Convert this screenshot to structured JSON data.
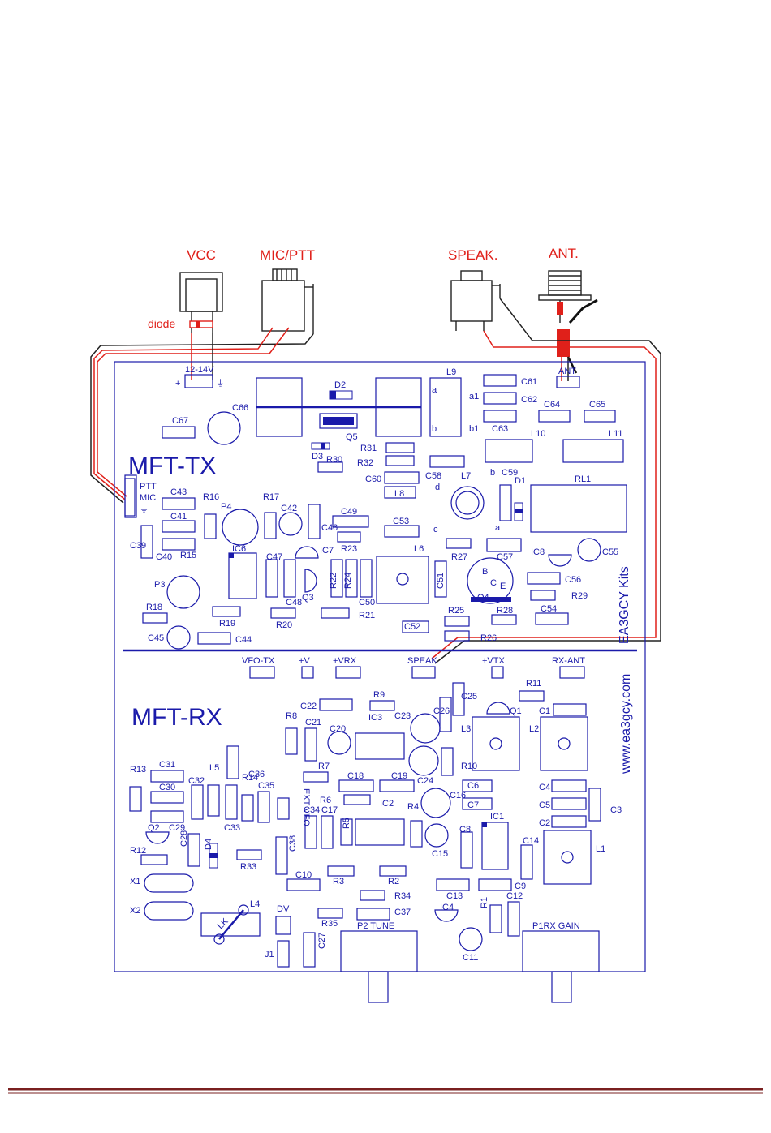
{
  "connectors": {
    "vcc": "VCC",
    "mic_ptt": "MIC/PTT",
    "speak": "SPEAK.",
    "ant": "ANT.",
    "diode": "diode"
  },
  "sections": {
    "tx_title": "MFT-TX",
    "rx_title": "MFT-RX",
    "brand": "EA3GCY Kits",
    "website": "www.ea3gcy.com"
  },
  "pads": {
    "supply": "12-14V",
    "ptt": "PTT",
    "mic": "MIC",
    "ant": "ANT",
    "vfo_tx": "VFO-TX",
    "plus_v": "+V",
    "plus_vrx": "+VRX",
    "speak": "SPEAK",
    "plus_vtx": "+VTX",
    "rx_ant": "RX-ANT",
    "ext_vfo": "EXT VFO",
    "dv": "DV",
    "lk": "LK",
    "p2_tune": "P2 TUNE",
    "p1_rx_gain": "P1RX GAIN"
  },
  "coil_taps": {
    "a": "a",
    "a1": "a1",
    "b": "b",
    "b1": "b1",
    "c": "c",
    "d": "d",
    "q4_b": "B",
    "q4_c": "C",
    "q4_e": "E"
  },
  "tx_components": [
    "C61",
    "C62",
    "C63",
    "C64",
    "C65",
    "C66",
    "C67",
    "D2",
    "D3",
    "Q5",
    "L9",
    "L10",
    "L11",
    "R30",
    "R31",
    "R32",
    "C60",
    "C58",
    "L8",
    "L7",
    "C59",
    "D1",
    "RL1",
    "C43",
    "C41",
    "C40",
    "C39",
    "R15",
    "R16",
    "P4",
    "R17",
    "C42",
    "C46",
    "C49",
    "R23",
    "C53",
    "IC6",
    "IC7",
    "C47",
    "C48",
    "Q3",
    "R22",
    "R24",
    "C50",
    "L6",
    "C51",
    "R27",
    "C57",
    "Q4",
    "IC8",
    "C55",
    "C56",
    "R29",
    "P3",
    "R18",
    "R19",
    "R20",
    "R21",
    "R25",
    "R28",
    "C54",
    "C52",
    "R26",
    "C45",
    "C44"
  ],
  "rx_components": [
    "R11",
    "Q1",
    "C1",
    "C22",
    "R9",
    "IC3",
    "C23",
    "C26",
    "C25",
    "R8",
    "C21",
    "C20",
    "L3",
    "L2",
    "R10",
    "C24",
    "R7",
    "C18",
    "C19",
    "C16",
    "C6",
    "C4",
    "R13",
    "C31",
    "L5",
    "C36",
    "C30",
    "C32",
    "R14",
    "C35",
    "R6",
    "IC2",
    "R4",
    "C7",
    "C5",
    "C3",
    "C34",
    "C17",
    "C29",
    "C33",
    "Q2",
    "R5",
    "IC1",
    "C15",
    "C8",
    "C2",
    "R12",
    "C28",
    "D4",
    "R33",
    "C38",
    "C14",
    "L1",
    "C10",
    "R3",
    "R2",
    "C13",
    "C9",
    "X1",
    "X2",
    "L4",
    "R34",
    "C37",
    "C12",
    "IC4",
    "R1",
    "R35",
    "C11",
    "J1",
    "C27"
  ],
  "colors": {
    "board": "#1a1aaa",
    "wire_red": "#e0201a",
    "wire_black": "#222222",
    "footer": "#7a2020"
  }
}
